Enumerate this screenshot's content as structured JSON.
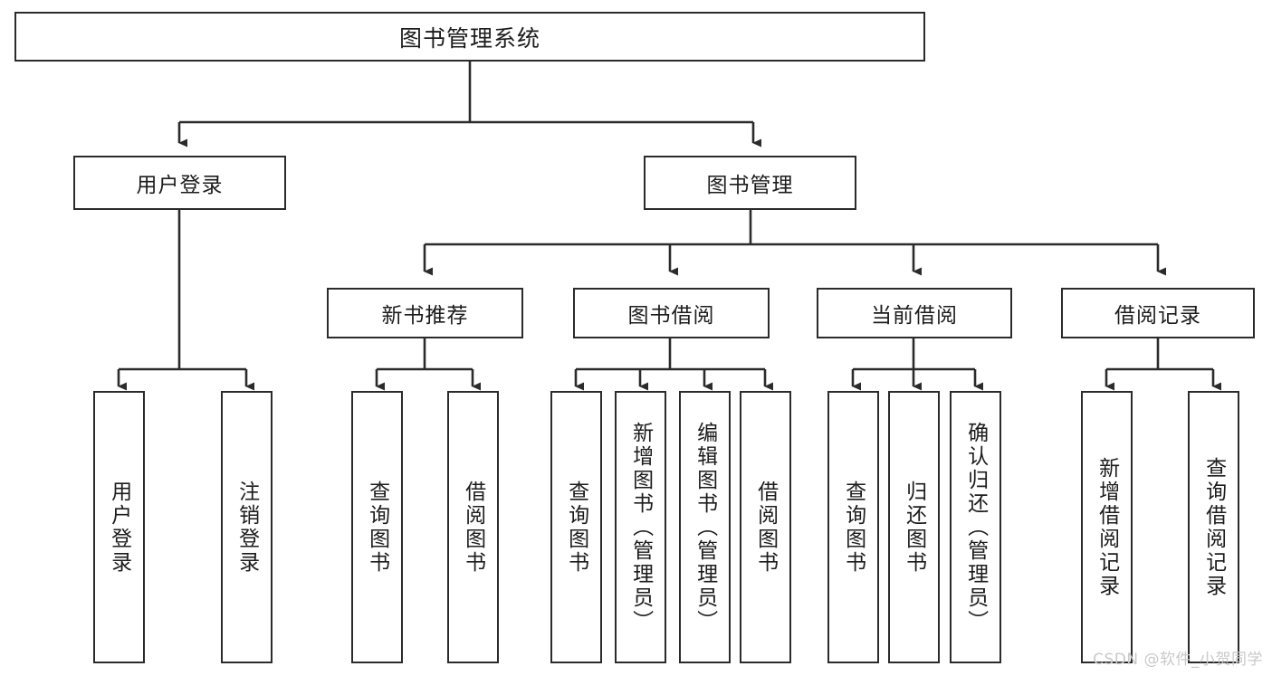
{
  "diagram": {
    "type": "hierarchy-tree",
    "title": "图书管理系统",
    "watermark": "CSDN @软件_小贺同学",
    "colors": {
      "box_border": "#2b2b2b",
      "box_fill": "#ffffff",
      "edge": "#2b2b2b",
      "text": "#1c1c1c",
      "watermark": "#c9c9c9",
      "background": "#ffffff"
    },
    "levels": {
      "root": "图书管理系统",
      "level2": [
        "用户登录",
        "图书管理"
      ],
      "level3": [
        "新书推荐",
        "图书借阅",
        "当前借阅",
        "借阅记录"
      ]
    },
    "nodes": {
      "root": {
        "label": "图书管理系统",
        "orientation": "horizontal"
      },
      "user_login": {
        "label": "用户登录",
        "orientation": "horizontal"
      },
      "book_manage": {
        "label": "图书管理",
        "orientation": "horizontal"
      },
      "new_book_rec": {
        "label": "新书推荐",
        "orientation": "horizontal"
      },
      "book_borrow": {
        "label": "图书借阅",
        "orientation": "horizontal"
      },
      "current_borrow": {
        "label": "当前借阅",
        "orientation": "horizontal"
      },
      "borrow_record": {
        "label": "借阅记录",
        "orientation": "horizontal"
      },
      "leaf_user_login": {
        "label": "用户登录",
        "orientation": "vertical"
      },
      "leaf_logout": {
        "label": "注销登录",
        "orientation": "vertical"
      },
      "leaf_query_book_a": {
        "label": "查询图书",
        "orientation": "vertical"
      },
      "leaf_borrow_book_a": {
        "label": "借阅图书",
        "orientation": "vertical"
      },
      "leaf_query_book_b": {
        "label": "查询图书",
        "orientation": "vertical"
      },
      "leaf_add_book": {
        "label": "新增图书（管理员）",
        "orientation": "vertical"
      },
      "leaf_edit_book": {
        "label": "编辑图书（管理员）",
        "orientation": "vertical"
      },
      "leaf_borrow_book_b": {
        "label": "借阅图书",
        "orientation": "vertical"
      },
      "leaf_query_book_c": {
        "label": "查询图书",
        "orientation": "vertical"
      },
      "leaf_return_book": {
        "label": "归还图书",
        "orientation": "vertical"
      },
      "leaf_confirm_return": {
        "label": "确认归还（管理员）",
        "orientation": "vertical"
      },
      "leaf_add_record": {
        "label": "新增借阅记录",
        "orientation": "vertical"
      },
      "leaf_query_record": {
        "label": "查询借阅记录",
        "orientation": "vertical"
      }
    }
  }
}
